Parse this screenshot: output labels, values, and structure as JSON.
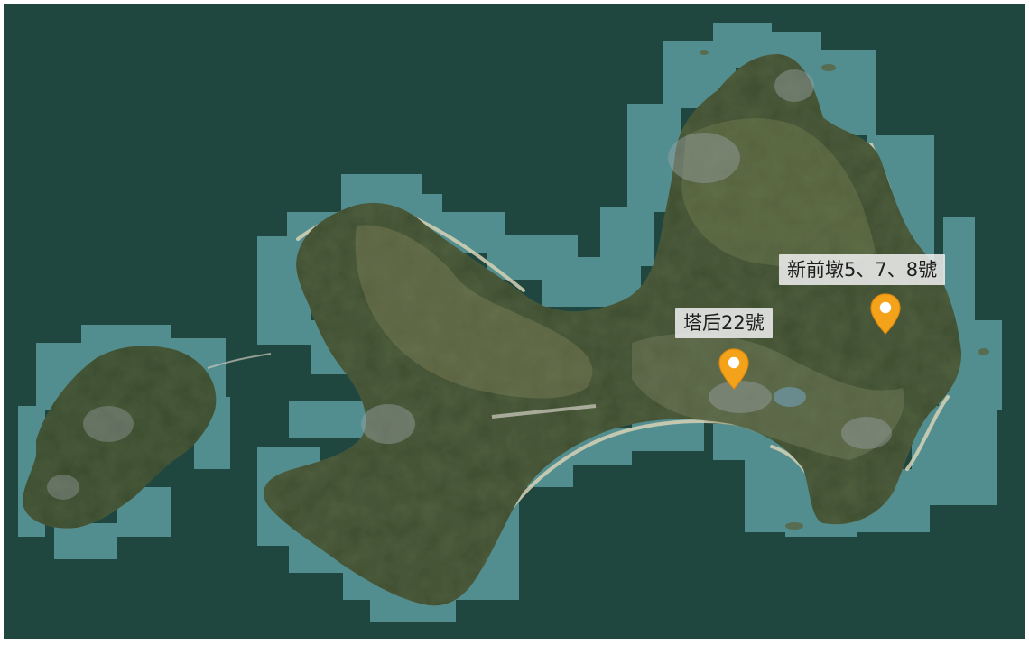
{
  "colors": {
    "sea": "#1f463f",
    "shallow_water": "#5e9ea1",
    "land": "#4c5e3e",
    "marker": "#f5a21b",
    "label_bg": "#ececec"
  },
  "markers": [
    {
      "id": "tahou",
      "label": "塔后22號",
      "icon": "map-pin-icon"
    },
    {
      "id": "xinqiandun",
      "label": "新前墩5、7、8號",
      "icon": "map-pin-icon"
    }
  ]
}
